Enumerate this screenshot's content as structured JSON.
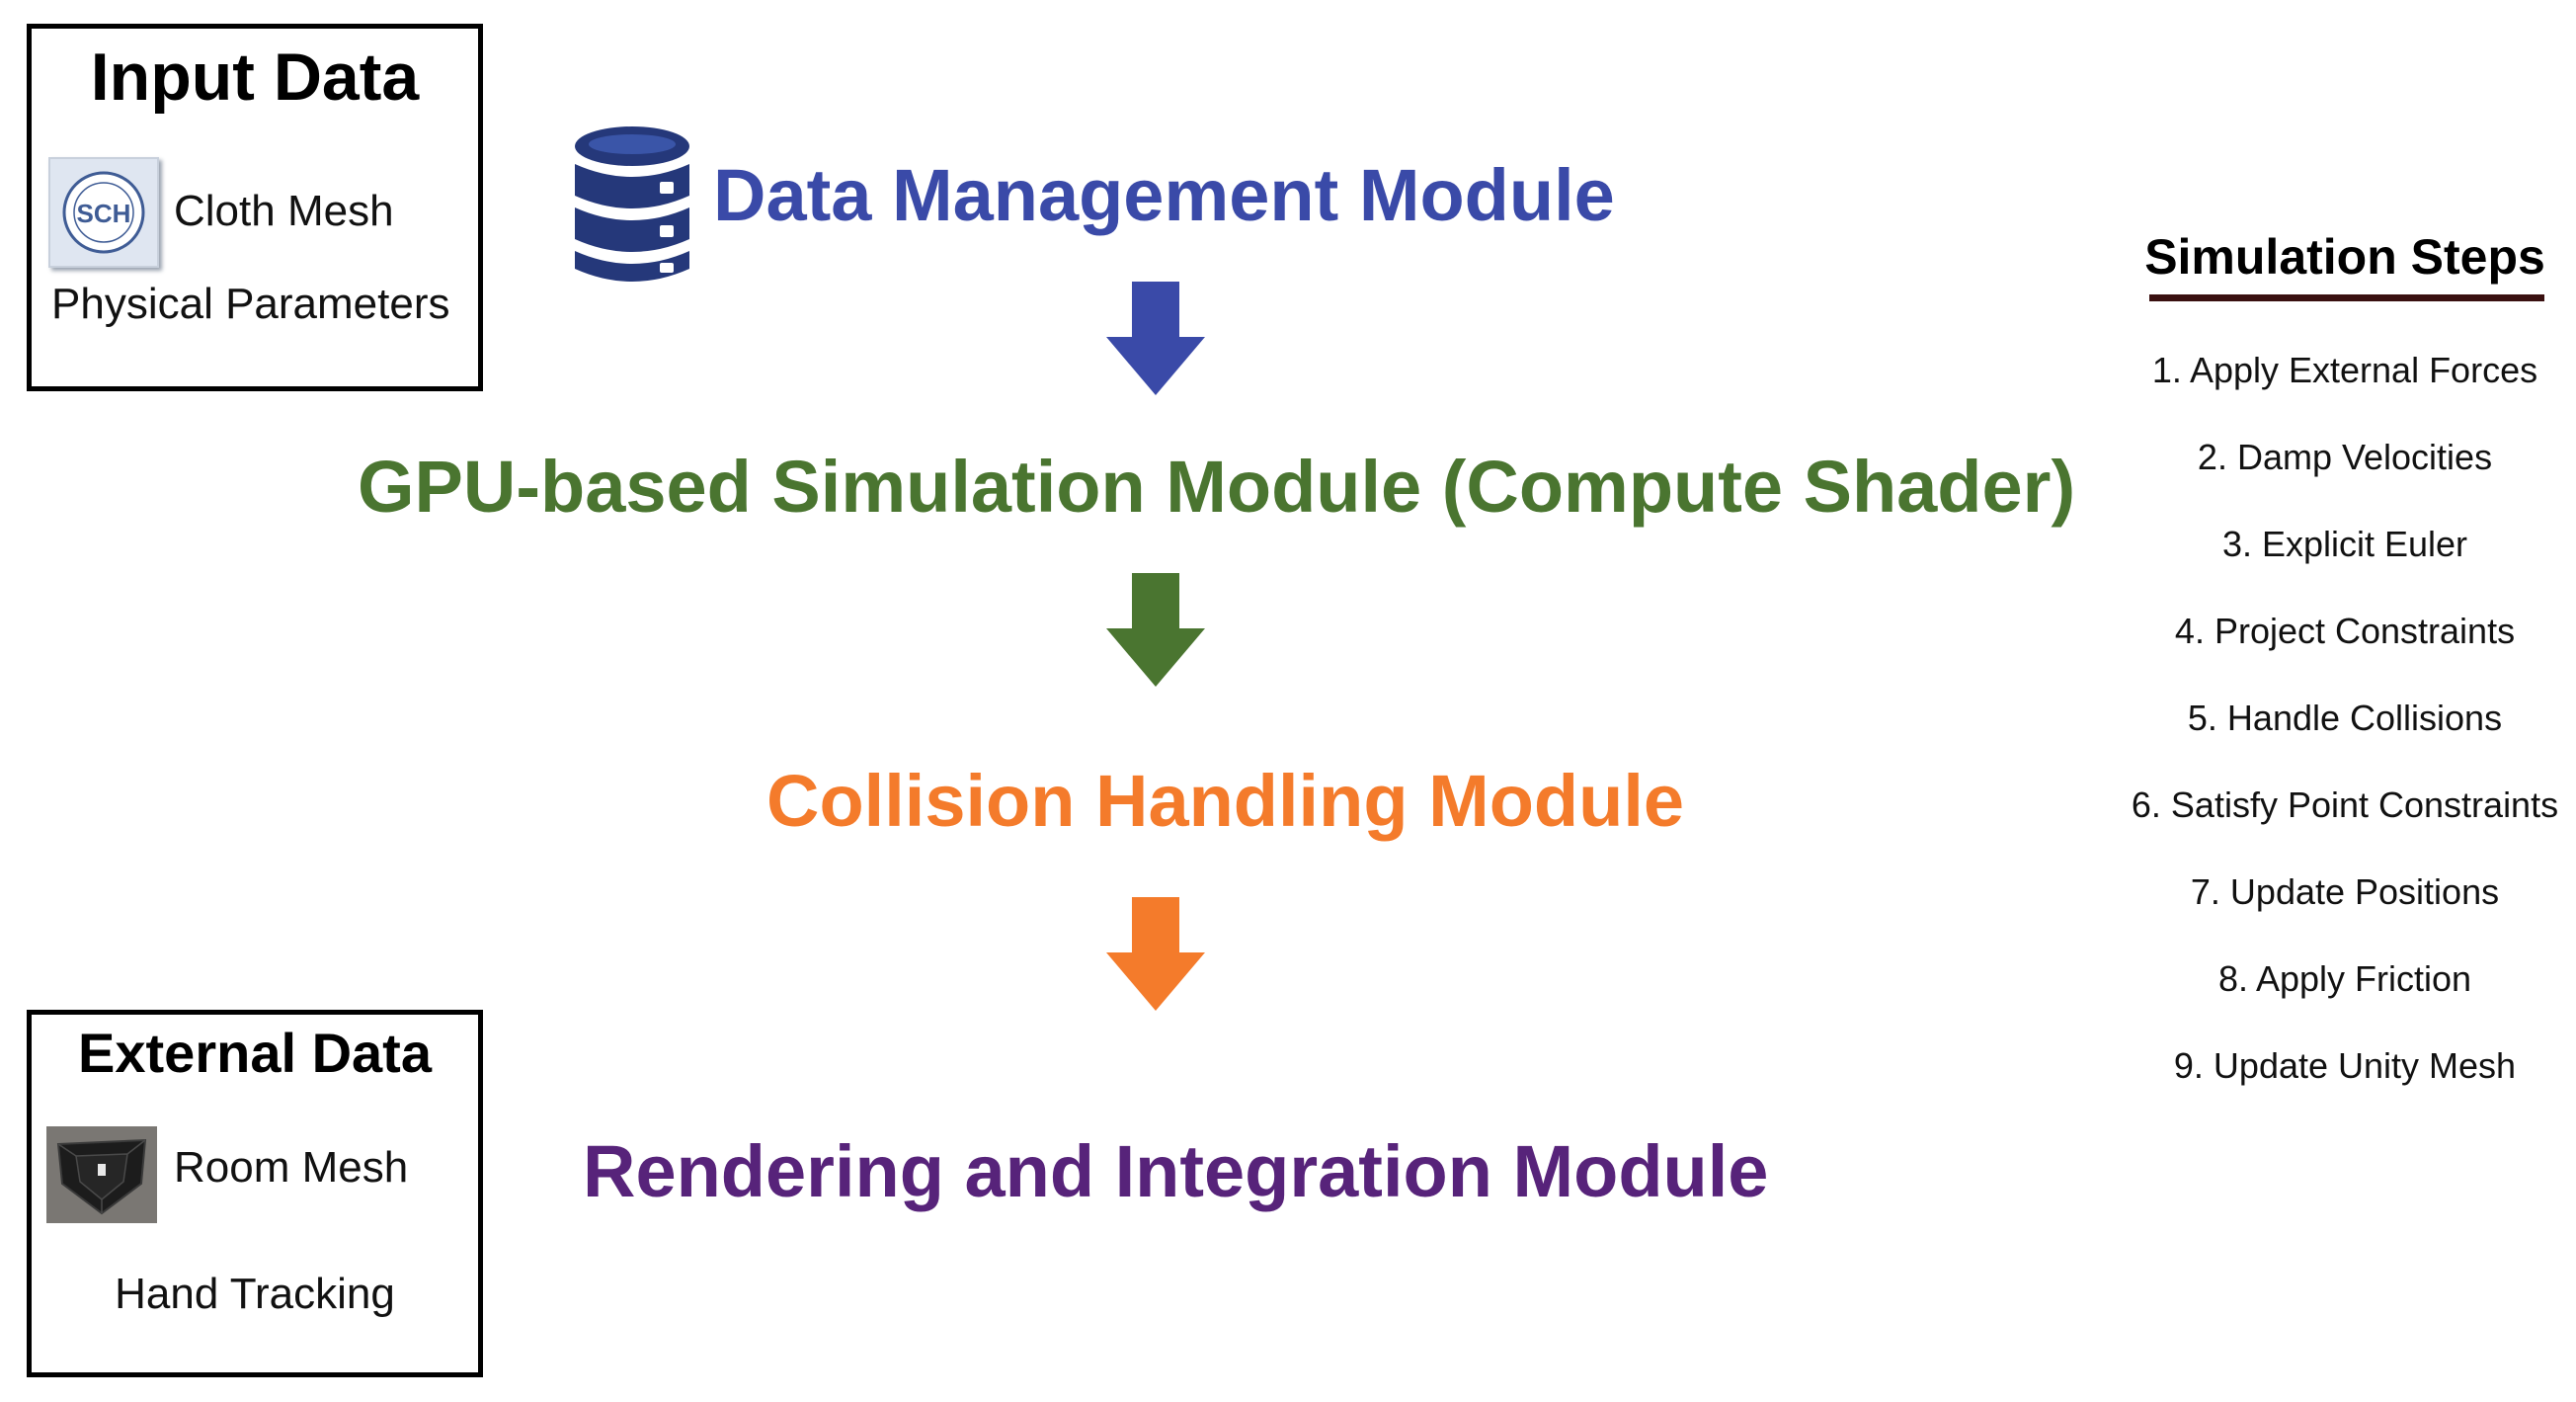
{
  "input_data": {
    "title": "Input Data",
    "items": [
      {
        "label": "Cloth Mesh",
        "thumbnail_logo_text": "SCH"
      },
      {
        "label": "Physical Parameters"
      }
    ]
  },
  "external_data": {
    "title": "External Data",
    "items": [
      {
        "label": "Room Mesh"
      },
      {
        "label": "Hand Tracking"
      }
    ]
  },
  "modules": [
    {
      "title": "Data Management Module",
      "color": "#3a4aa8",
      "icon": "database-icon"
    },
    {
      "title": "GPU-based Simulation Module (Compute Shader)",
      "color": "#4a7530"
    },
    {
      "title": "Collision Handling Module",
      "color": "#f47b2b"
    },
    {
      "title": "Rendering and Integration Module",
      "color": "#57237a"
    }
  ],
  "simulation_steps": {
    "title": "Simulation Steps",
    "steps": [
      "1. Apply External Forces",
      "2. Damp Velocities",
      "3. Explicit Euler",
      "4. Project Constraints",
      "5. Handle Collisions",
      "6. Satisfy Point Constraints",
      "7. Update Positions",
      "8. Apply Friction",
      "9. Update Unity Mesh"
    ]
  },
  "colors": {
    "arrow_1": "#3a4aa8",
    "arrow_2": "#4a7530",
    "arrow_3": "#f47b2b"
  }
}
